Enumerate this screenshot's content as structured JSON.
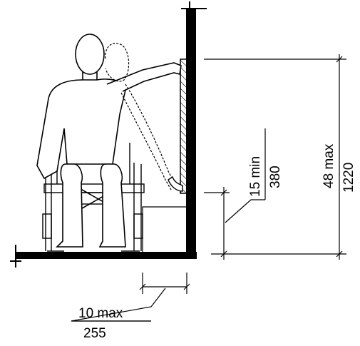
{
  "dimensions": {
    "obstruction_depth": {
      "label_top": "10 max",
      "label_bottom": "255"
    },
    "reach_low": {
      "label_top": "15 min",
      "label_bottom": "380"
    },
    "reach_high": {
      "label_top": "48 max",
      "label_bottom": "1220"
    }
  },
  "colors": {
    "ink": "#000000",
    "background": "#ffffff"
  }
}
